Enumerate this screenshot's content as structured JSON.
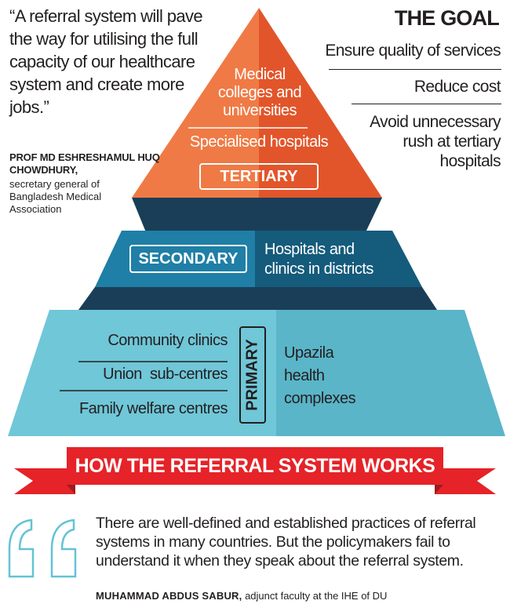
{
  "quote": {
    "text": "“A referral system will pave the way for utilising the full capacity of our healthcare system and create more jobs.”",
    "name": "PROF MD ESHRESHAMUL HUQ CHOWDHURY,",
    "role": "secretary general of Bangladesh Medical Association"
  },
  "goal": {
    "title": "THE GOAL",
    "items": [
      "Ensure quality of services",
      "Reduce cost",
      "Avoid unnecessary rush at tertiary hospitals"
    ]
  },
  "tertiary": {
    "label": "TERTIARY",
    "items": [
      "Medical colleges and universities",
      "Specialised hospitals"
    ]
  },
  "secondary": {
    "label": "SECONDARY",
    "items": [
      "Hospitals and clinics in districts"
    ]
  },
  "primary": {
    "label": "PRIMARY",
    "left_items": [
      "Community clinics",
      "Union  sub-centres",
      "Family welfare centres"
    ],
    "right_items": [
      "Upazila health complexes"
    ]
  },
  "banner": {
    "title": "HOW THE REFERRAL SYSTEM WORKS"
  },
  "bottom": {
    "quote": "There are well-defined and established practices of referral systems in many countries. But the policymakers fail to understand it when they speak about the referral system.",
    "name": "MUHAMMAD ABDUS SABUR,",
    "role": "adjunct faculty at the IHE of DU"
  },
  "colors": {
    "tertiary_light": "#f07a45",
    "tertiary_dark": "#e2552a",
    "secondary_light": "#1f7fa6",
    "secondary_dark": "#155b7b",
    "primary_light": "#6fc7d8",
    "primary_dark": "#5ab5c8",
    "banner_red": "#e52328",
    "banner_dark": "#9d1b1f",
    "link_dark": "#1a3e57"
  }
}
